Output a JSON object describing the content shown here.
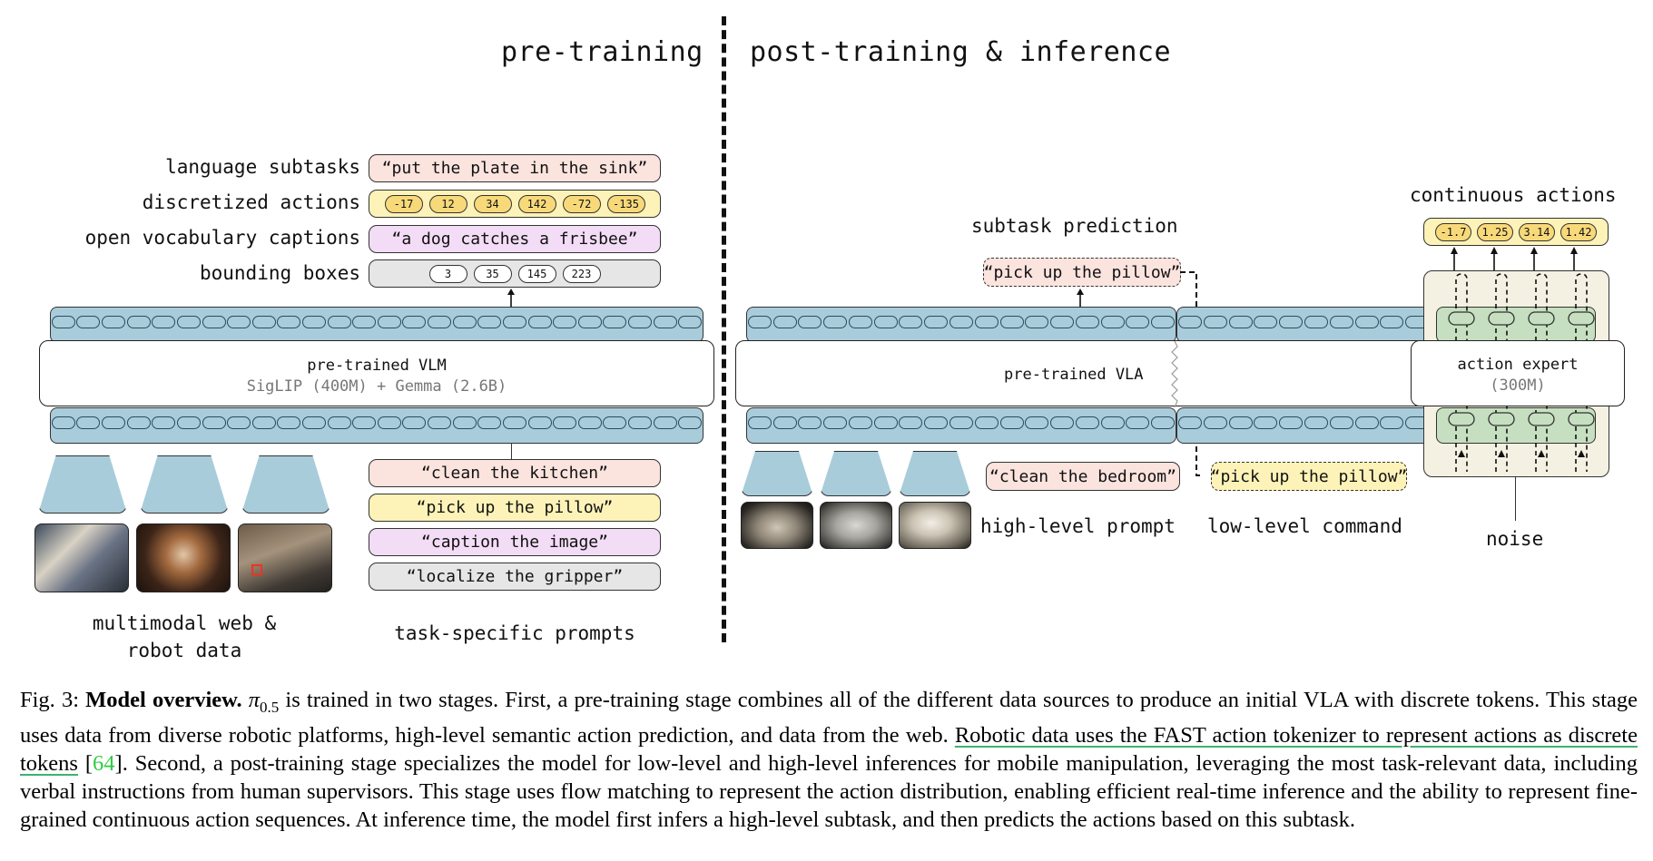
{
  "figure": {
    "left_heading": "pre-training",
    "right_heading": "post-training & inference",
    "pretraining": {
      "output_rows": [
        {
          "label": "language subtasks",
          "text": "“put the plate in the sink”"
        },
        {
          "label": "discretized actions",
          "tokens": [
            "-17",
            "12",
            "34",
            "142",
            "-72",
            "-135"
          ]
        },
        {
          "label": "open vocabulary captions",
          "text": "“a dog catches a frisbee”"
        },
        {
          "label": "bounding boxes",
          "tokens": [
            "3",
            "35",
            "145",
            "223"
          ]
        }
      ],
      "vlm_title": "pre-trained VLM",
      "vlm_subtitle": "SigLIP (400M) + Gemma (2.6B)",
      "prompts": [
        "“clean the kitchen”",
        "“pick up the pillow”",
        "“caption the image”",
        "“localize the gripper”"
      ],
      "data_label_line1": "multimodal web &",
      "data_label_line2": "robot data",
      "prompts_label": "task-specific prompts"
    },
    "posttraining": {
      "subtask_heading": "subtask prediction",
      "subtask_output": "“pick up the pillow”",
      "vla_title": "pre-trained VLA",
      "high_level_prompt_text": "“clean the bedroom”",
      "low_level_command_text": "“pick up the pillow”",
      "high_level_prompt_label": "high-level prompt",
      "low_level_command_label": "low-level command",
      "continuous_heading": "continuous actions",
      "continuous_tokens": [
        "-1.7",
        "1.25",
        "3.14",
        "1.42"
      ],
      "expert_title": "action expert",
      "expert_subtitle": "(300M)",
      "noise_label": "noise"
    }
  },
  "caption": {
    "prefix": "Fig. 3:",
    "bold": "Model overview.",
    "symbol": "π",
    "symbol_sub": "0.5",
    "part1": " is trained in two stages. First, a pre-training stage combines all of the different data sources to produce an initial VLA with discrete tokens. This stage uses data from diverse robotic platforms, high-level semantic action prediction, and data from the web. ",
    "underlined": "Robotic data uses the FAST action tokenizer to represent actions as discrete tokens",
    "cite": "64",
    "part2": "]. Second, a post-training stage specializes the model for low-level and high-level inferences for mobile manipulation, leveraging the most task-relevant data, including verbal instructions from human supervisors. This stage uses flow matching to represent the action distribution, enabling efficient real-time inference and the ability to represent fine-grained continuous action sequences. At inference time, the model first infers a high-level subtask, and then predicts the actions based on this subtask."
  },
  "colors": {
    "token_band": "#a9ccdb",
    "pink": "#fbe3de",
    "yellow": "#fdf3b8",
    "purple": "#f3dcf5",
    "expert_bg": "#f5f1e2",
    "expert_band": "#c6dfc0",
    "cite": "#2ecc40"
  }
}
